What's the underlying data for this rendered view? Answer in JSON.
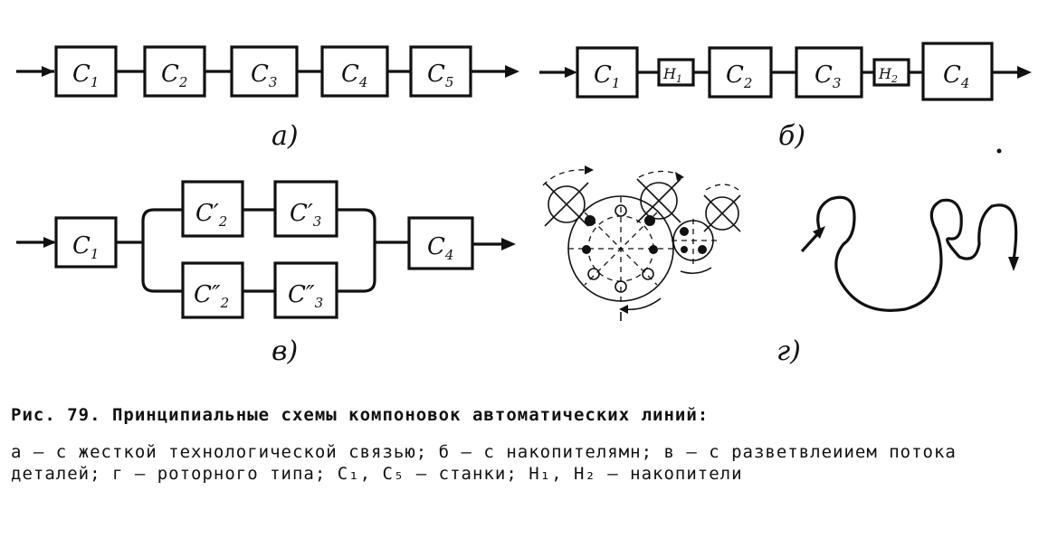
{
  "figure": {
    "diagram_a": {
      "blocks": [
        {
          "main": "C",
          "sub": "1"
        },
        {
          "main": "C",
          "sub": "2"
        },
        {
          "main": "C",
          "sub": "3"
        },
        {
          "main": "C",
          "sub": "4"
        },
        {
          "main": "C",
          "sub": "5"
        }
      ],
      "caption": "a)"
    },
    "diagram_b": {
      "blocks": [
        {
          "main": "C",
          "sub": "1"
        },
        {
          "main": "H",
          "sub": "1"
        },
        {
          "main": "C",
          "sub": "2"
        },
        {
          "main": "C",
          "sub": "3"
        },
        {
          "main": "H",
          "sub": "2"
        },
        {
          "main": "C",
          "sub": "4"
        }
      ],
      "caption": "б)"
    },
    "diagram_v": {
      "blocks": [
        {
          "main": "C",
          "sub": "1"
        },
        {
          "main": "C′",
          "sub": "2"
        },
        {
          "main": "C′",
          "sub": "3"
        },
        {
          "main": "C″",
          "sub": "2"
        },
        {
          "main": "C″",
          "sub": "3"
        },
        {
          "main": "C",
          "sub": "4"
        }
      ],
      "caption": "в)"
    },
    "diagram_g": {
      "caption": "г)"
    }
  },
  "caption": {
    "title": "Рис. 79. Принципиальные схемы компоновок автоматических линий:",
    "body": "а — с жесткой технологической связью; б — с накопителямн; в — с разветвлеиием потока деталей; г — роторного типа; C₁, C₅ — станки; H₁, H₂ — накопители"
  }
}
